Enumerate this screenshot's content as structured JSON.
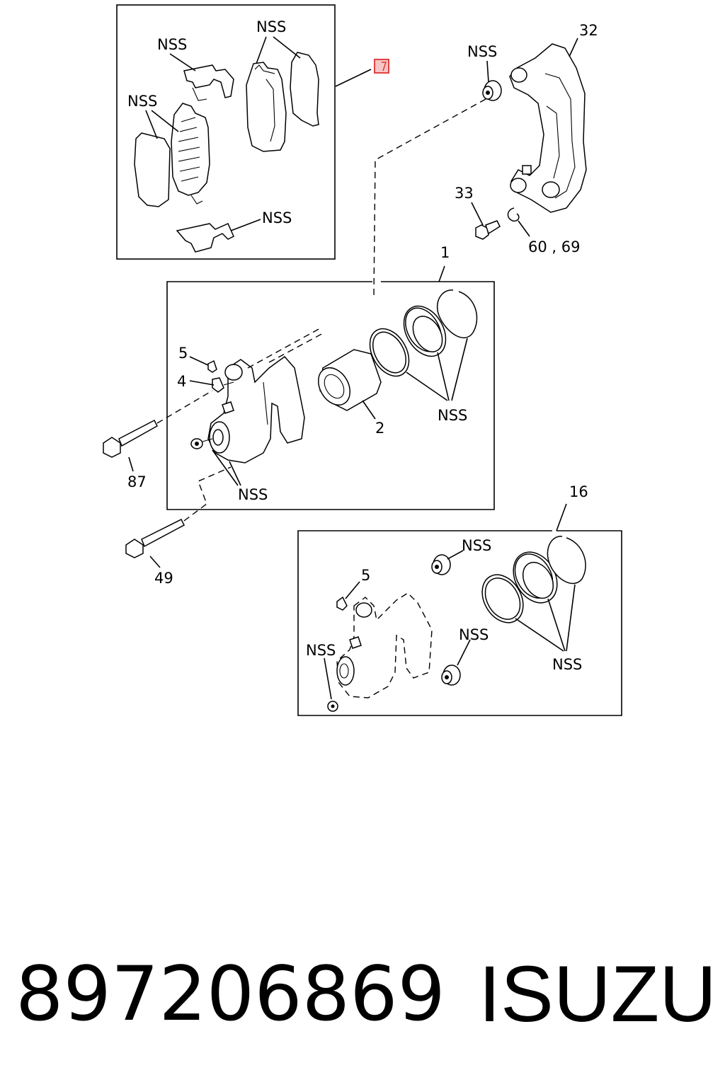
{
  "callouts": {
    "nss": "NSS",
    "c1": "1",
    "c2": "2",
    "c4": "4",
    "c5": "5",
    "c16": "16",
    "c32": "32",
    "c33": "33",
    "c49": "49",
    "c87": "87",
    "c60_69": "60 , 69"
  },
  "footer": {
    "part_number": "897206869",
    "brand": "ISUZU"
  },
  "colors": {
    "line": "#000000",
    "highlight": "#e03030",
    "highlight_fill": "#f6c6c6",
    "background": "#ffffff"
  }
}
